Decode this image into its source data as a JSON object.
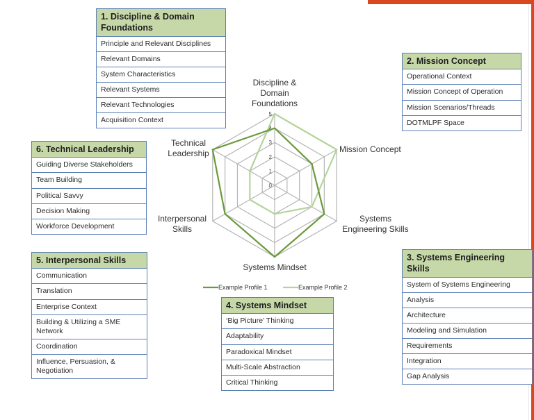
{
  "colors": {
    "frame_accent": "#d9481f",
    "table_border": "#5a7fb4",
    "table_header_bg": "#c6d8a8",
    "grid": "#b5b5b5",
    "profile1": "#6a9a3a",
    "profile2": "#b4d49a"
  },
  "tables": [
    {
      "title": "1. Discipline & Domain Foundations",
      "items": [
        "Principle and Relevant Disciplines",
        "Relevant Domains",
        "System Characteristics",
        "Relevant Systems",
        "Relevant Technologies",
        "Acquisition Context"
      ]
    },
    {
      "title": "2. Mission Concept",
      "items": [
        "Operational Context",
        "Mission Concept of Operation",
        "Mission Scenarios/Threads",
        "DOTMLPF Space"
      ]
    },
    {
      "title": "3. Systems Engineering Skills",
      "items": [
        "System of Systems Engineering",
        "Analysis",
        "Architecture",
        "Modeling and Simulation",
        "Requirements",
        "Integration",
        "Gap Analysis"
      ]
    },
    {
      "title": "4. Systems Mindset",
      "items": [
        "‘Big Picture’ Thinking",
        "Adaptability",
        "Paradoxical Mindset",
        "Multi-Scale Abstraction",
        "Critical Thinking"
      ]
    },
    {
      "title": "5. Interpersonal Skills",
      "items": [
        "Communication",
        "Translation",
        "Enterprise Context",
        "Building & Utilizing a SME Network",
        "Coordination",
        "Influence, Persuasion, & Negotiation"
      ]
    },
    {
      "title": "6. Technical Leadership",
      "items": [
        "Guiding Diverse Stakeholders",
        "Team Building",
        "Political Savvy",
        "Decision Making",
        "Workforce Development"
      ]
    }
  ],
  "chart_data": {
    "type": "radar",
    "title": "",
    "axes": [
      {
        "label_lines": [
          "Discipline &",
          "Domain",
          "Foundations"
        ]
      },
      {
        "label_lines": [
          "Mission Concept"
        ]
      },
      {
        "label_lines": [
          "Systems",
          "Engineering Skills"
        ]
      },
      {
        "label_lines": [
          "Systems Mindset"
        ]
      },
      {
        "label_lines": [
          "Interpersonal",
          "Skills"
        ]
      },
      {
        "label_lines": [
          "Technical",
          "Leadership"
        ]
      }
    ],
    "categories": [
      "Discipline & Domain Foundations",
      "Mission Concept",
      "Systems Engineering Skills",
      "Systems Mindset",
      "Interpersonal Skills",
      "Technical Leadership"
    ],
    "range": [
      0,
      5
    ],
    "ticks": [
      "0",
      "1",
      "2",
      "3",
      "4",
      "5"
    ],
    "grid": true,
    "legend_position": "bottom",
    "series": [
      {
        "name": "Example Profile 1",
        "values": [
          4,
          3,
          4,
          5,
          4,
          5
        ]
      },
      {
        "name": "Example Profile 2",
        "values": [
          5,
          5,
          3,
          2,
          2,
          2
        ]
      }
    ]
  }
}
